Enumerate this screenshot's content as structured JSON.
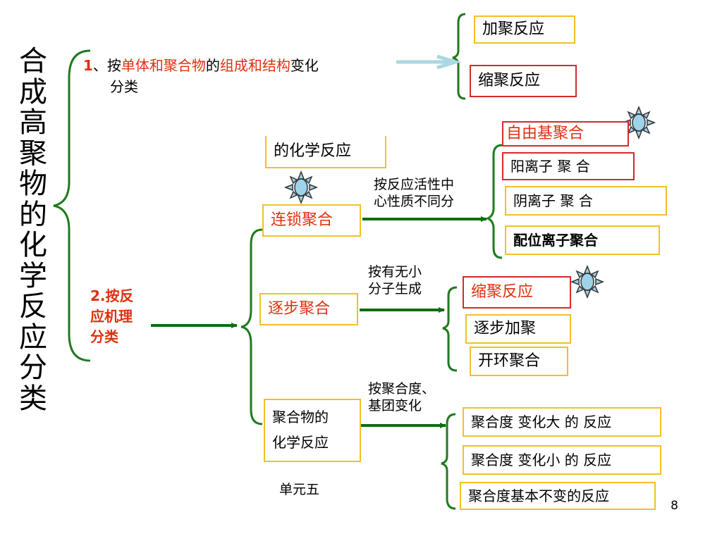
{
  "title": "合成高聚物的化学反应分类",
  "section1": {
    "num": "1",
    "sep": "、按",
    "part_a": "单体和聚合物",
    "mid": "的",
    "part_b": "组成和结构",
    "tail": "变化",
    "line2": "分类",
    "results": [
      "加聚反应",
      "缩聚反应"
    ]
  },
  "section2": {
    "label_lines": [
      "2.按反",
      "应机理",
      "分类"
    ],
    "partial_box": "的化学反应",
    "chain": {
      "label": "连锁聚合",
      "criterion": [
        "按反应活性中",
        "心性质不同分"
      ],
      "items": [
        "自由基聚合",
        "阳离子 聚 合",
        "阴离子 聚 合",
        "配位离子聚合"
      ]
    },
    "step": {
      "label": "逐步聚合",
      "criterion": [
        "按有无小",
        "分子生成"
      ],
      "items": [
        "缩聚反应",
        "逐步加聚",
        "开环聚合"
      ]
    },
    "polymer": {
      "label_lines": [
        "聚合物的",
        "化学反应"
      ],
      "criterion": [
        "按聚合度、",
        "基团变化"
      ],
      "items": [
        "聚合度 变化大 的  反应",
        "聚合度 变化小 的  反应",
        "聚合度基本不变的反应"
      ]
    }
  },
  "footer": "单元五",
  "page_number": "8",
  "colors": {
    "accent_red": "#e03010",
    "box_yellow": "#f2c027",
    "box_red": "#d42a2a",
    "arrow_green": "#0e6e0e",
    "brace_green": "#1f7a1f",
    "arrow_blue": "#a9d8e0"
  }
}
